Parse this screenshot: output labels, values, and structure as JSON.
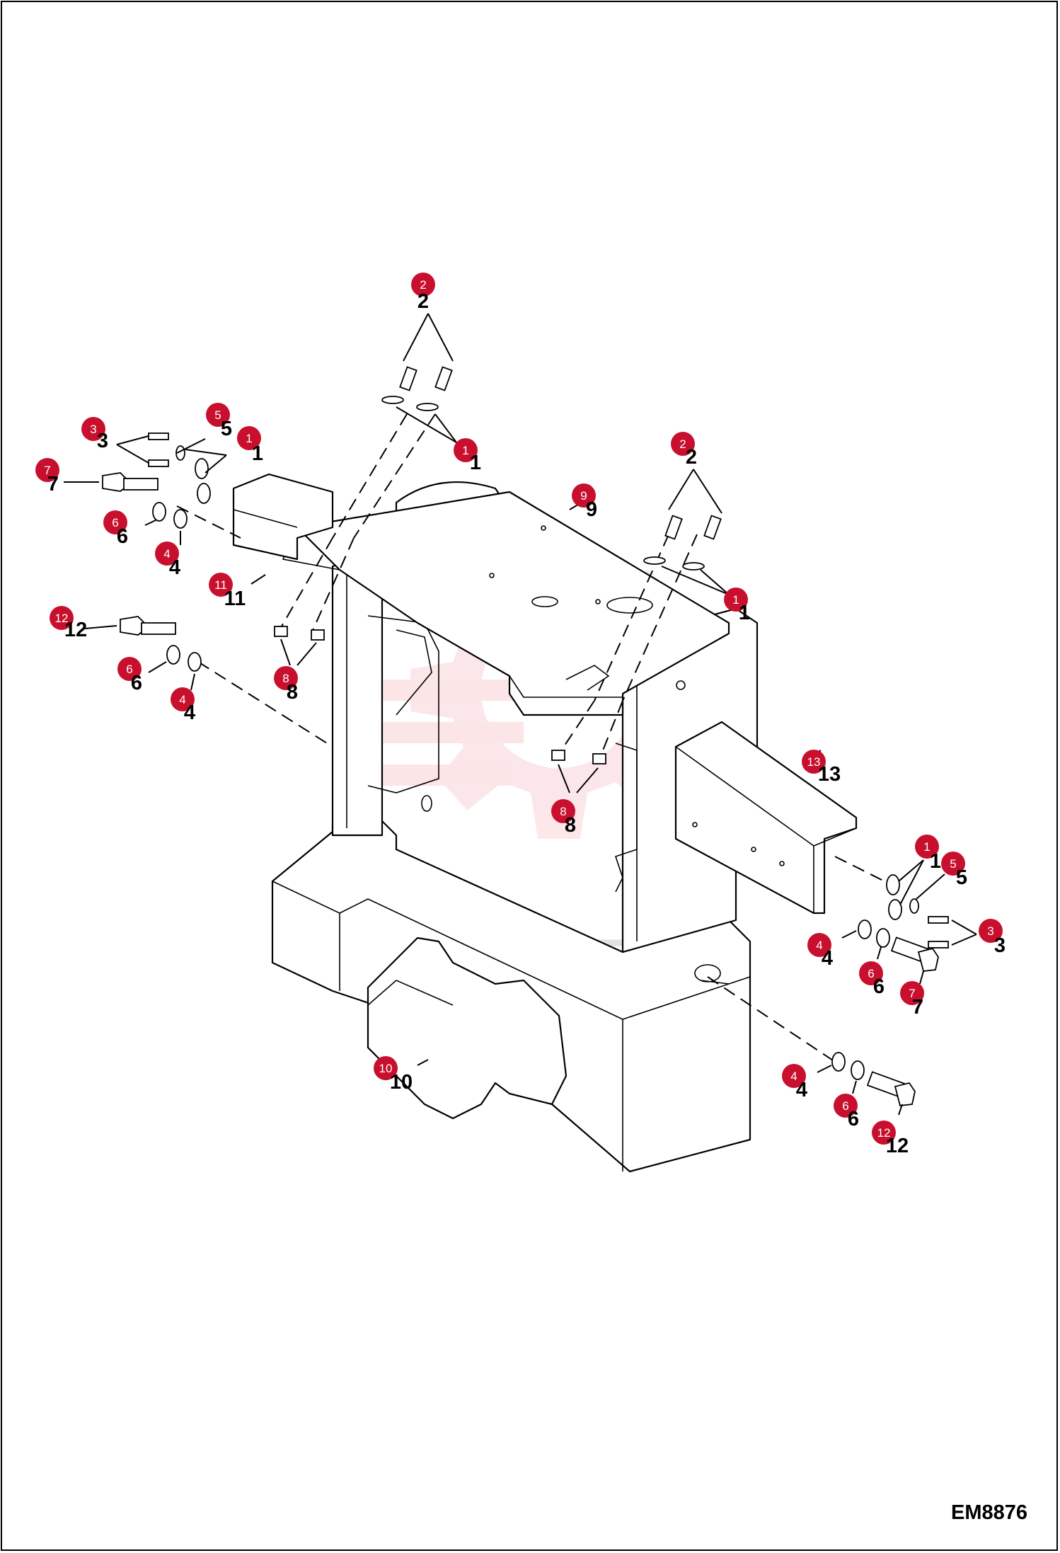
{
  "drawing_code": "EM8876",
  "watermark_text": "ИНТЕХ",
  "callout_color": "#c8102e",
  "watermark_color": "#f4b6bd",
  "callouts": [
    {
      "id": "2",
      "label": "2"
    },
    {
      "id": "2",
      "label": "2"
    },
    {
      "id": "1",
      "label": "1"
    },
    {
      "id": "1",
      "label": "1"
    },
    {
      "id": "1",
      "label": "1"
    },
    {
      "id": "1",
      "label": "1"
    },
    {
      "id": "3",
      "label": "3"
    },
    {
      "id": "3",
      "label": "3"
    },
    {
      "id": "5",
      "label": "5"
    },
    {
      "id": "5",
      "label": "5"
    },
    {
      "id": "7",
      "label": "7"
    },
    {
      "id": "7",
      "label": "7"
    },
    {
      "id": "6",
      "label": "6"
    },
    {
      "id": "6",
      "label": "6"
    },
    {
      "id": "6",
      "label": "6"
    },
    {
      "id": "6",
      "label": "6"
    },
    {
      "id": "4",
      "label": "4"
    },
    {
      "id": "4",
      "label": "4"
    },
    {
      "id": "4",
      "label": "4"
    },
    {
      "id": "4",
      "label": "4"
    },
    {
      "id": "9",
      "label": "9"
    },
    {
      "id": "11",
      "label": "11"
    },
    {
      "id": "12",
      "label": "12"
    },
    {
      "id": "12",
      "label": "12"
    },
    {
      "id": "8",
      "label": "8"
    },
    {
      "id": "8",
      "label": "8"
    },
    {
      "id": "13",
      "label": "13"
    },
    {
      "id": "10",
      "label": "10"
    }
  ]
}
